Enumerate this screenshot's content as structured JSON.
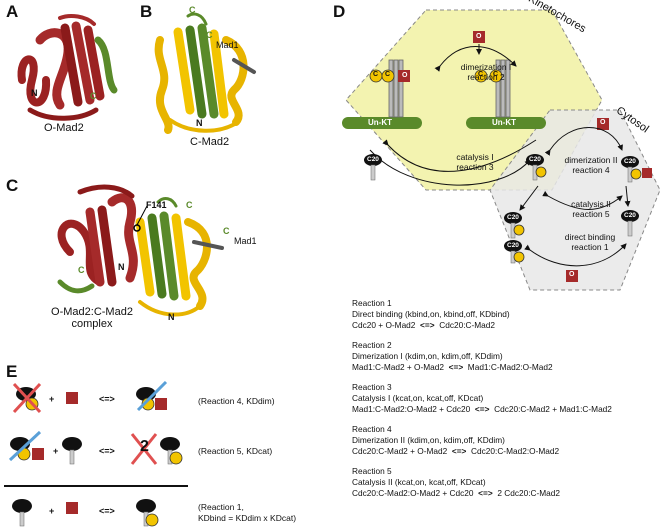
{
  "panels": {
    "A": "A",
    "B": "B",
    "C": "C",
    "D": "D",
    "E": "E"
  },
  "panelA": {
    "caption": "O-Mad2",
    "n": "N",
    "c": "C"
  },
  "panelB": {
    "caption": "C-Mad2",
    "mad1": "Mad1",
    "n": "N",
    "c1": "C",
    "c2": "C"
  },
  "panelC": {
    "caption_line1": "O-Mad2:C-Mad2",
    "caption_line2": "complex",
    "f141": "F141",
    "mad1": "Mad1",
    "c1": "C",
    "c2": "C",
    "c3": "C",
    "n1": "N",
    "n2": "N"
  },
  "panelD": {
    "kinetochores": "Kinetochores",
    "cytosol": "Cytosol",
    "unkt": "Un-KT",
    "c20": "C20",
    "c": "C",
    "o": "O",
    "dim1_line1": "dimerization I",
    "dim1_line2": "reaction 2",
    "cat1_line1": "catalysis I",
    "cat1_line2": "reaction 3",
    "dim2_line1": "dimerization II",
    "dim2_line2": "reaction 4",
    "cat2_line1": "catalysis II",
    "cat2_line2": "reaction 5",
    "db_line1": "direct binding",
    "db_line2": "reaction 1"
  },
  "reactions": [
    {
      "title": "Reaction 1",
      "name": "Direct binding",
      "params": "(kbind,on, kbind,off, KDbind)",
      "left": "Cdc20 + O-Mad2",
      "arrow": "<=>",
      "right": "Cdc20:C-Mad2"
    },
    {
      "title": "Reaction 2",
      "name": "Dimerization I",
      "params": "(kdim,on, kdim,off, KDdim)",
      "left": "Mad1:C-Mad2 + O-Mad2",
      "arrow": "<=>",
      "right": "Mad1:C-Mad2:O-Mad2"
    },
    {
      "title": "Reaction 3",
      "name": "Catalysis I",
      "params": "(kcat,on, kcat,off, KDcat)",
      "left": "Mad1:C-Mad2:O-Mad2 + Cdc20",
      "arrow": "<=>",
      "right": "Cdc20:C-Mad2 + Mad1:C-Mad2"
    },
    {
      "title": "Reaction 4",
      "name": "Dimerization II",
      "params": "(kdim,on, kdim,off, KDdim)",
      "left": "Cdc20:C-Mad2 + O-Mad2",
      "arrow": "<=>",
      "right": "Cdc20:C-Mad2:O-Mad2"
    },
    {
      "title": "Reaction 5",
      "name": "Catalysis II",
      "params": "(kcat,on, kcat,off, KDcat)",
      "left": "Cdc20:C-Mad2:O-Mad2 + Cdc20",
      "arrow": "<=>",
      "right": "2 Cdc20:C-Mad2"
    }
  ],
  "panelE": {
    "plus": "+",
    "eq": "<=>",
    "row1": "(Reaction 4, KDdim)",
    "row2": "(Reaction 5, KDcat)",
    "row3_line1": "(Reaction 1,",
    "row3_line2": "KDbind = KDdim x KDcat)",
    "two": "2"
  },
  "colors": {
    "red": "#a52a2a",
    "darkred": "#8b1a1a",
    "green": "#5a8a2a",
    "yellow": "#f2c400",
    "kinet_fill": "#f3f3b0",
    "cytosol_fill": "#e8e8e8"
  }
}
